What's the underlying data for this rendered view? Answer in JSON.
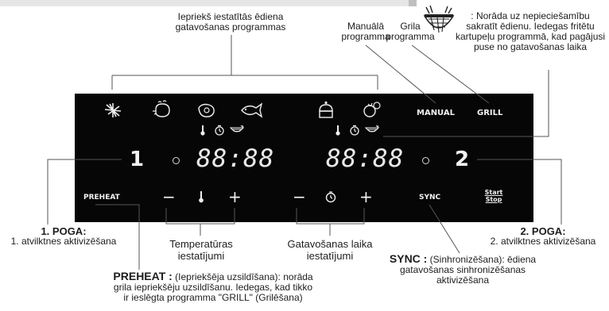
{
  "callouts": {
    "presets": [
      "Iepriekš iestatītās ēdiena",
      "gatavošanas programmas"
    ],
    "manual": [
      "Manuālā",
      "programma"
    ],
    "grill": [
      "Grila",
      "programma"
    ],
    "shake": [
      ": Norāda uz nepieciešamību",
      "sakratīt ēdienu. Iedegas fritētu",
      "kartupeļu programmā, kad pagājusi",
      "puse no gatavošanas laika"
    ],
    "button1_title": "1. POGA:",
    "button1_desc": "1. atvilktnes aktivizēšana",
    "button2_title": "2. POGA:",
    "button2_desc": "2. atvilktnes aktivizēšana",
    "temp": [
      "Temperatūras",
      "iestatījumi"
    ],
    "time": [
      "Gatavošanas laika",
      "iestatījumi"
    ],
    "sync_title": "SYNC :",
    "sync_rest": " (Sinhronizēšana): ēdiena",
    "sync": [
      "gatavošanas sinhronizēšanas",
      "aktivizēšana"
    ],
    "preheat_title": "PREHEAT :",
    "preheat_rest": " (Iepriekšēja uzsildīšana): norāda",
    "preheat": [
      "grila iepriekšēju uzsildīšanu. Iedegas, kad tikko",
      "ir ieslēgta programma \"GRILL\" (Grilēšana)"
    ]
  },
  "panel": {
    "manual": "MANUAL",
    "grill": "GRILL",
    "num1": "1",
    "num2": "2",
    "display1": "88:88",
    "display2": "88:88",
    "preheat": "PREHEAT",
    "sync": "SYNC",
    "start": "Start",
    "stop": "Stop",
    "minus": "−",
    "plus": "+"
  },
  "icons": {
    "preset_icons": [
      "fries-icon",
      "chicken-icon",
      "steak-icon",
      "fish-icon",
      "cake-icon",
      "vegetables-icon"
    ],
    "status_icons": [
      "thermometer-icon",
      "timer-icon",
      "shake-icon"
    ]
  }
}
